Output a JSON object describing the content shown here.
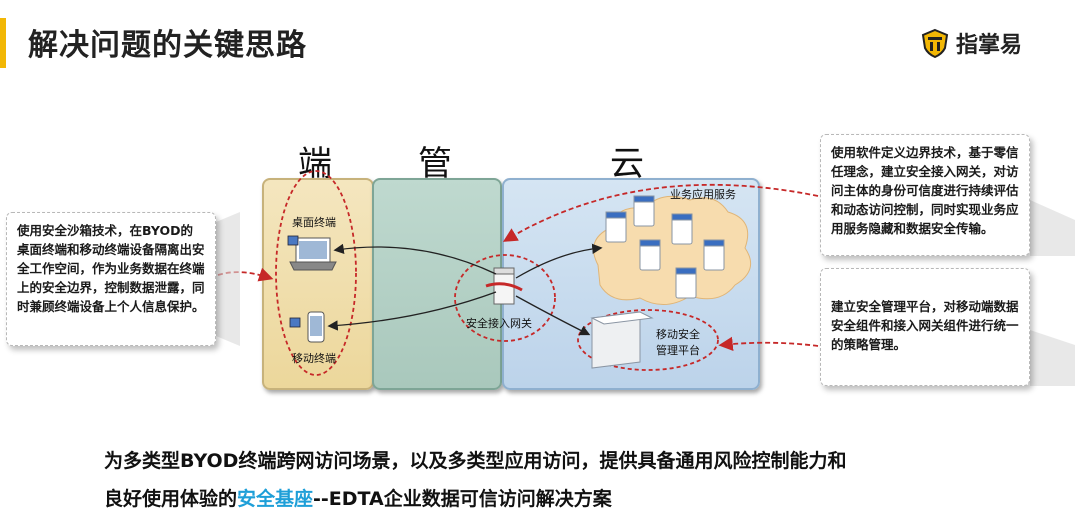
{
  "header": {
    "title": "解决问题的关键思路",
    "logo_text": "指掌易",
    "accent_color": "#f2b705"
  },
  "diagram": {
    "columns": [
      "端",
      "管",
      "云"
    ],
    "end_nodes": {
      "desktop": "桌面终端",
      "mobile": "移动终端"
    },
    "gateway": "安全接入网关",
    "cloud_title": "业务应用服务",
    "mgmt_platform": [
      "移动安全",
      "管理平台"
    ]
  },
  "callouts": {
    "left": "使用安全沙箱技术，在BYOD的桌面终端和移动终端设备隔离出安全工作空间，作为业务数据在终端上的安全边界，控制数据泄露，同时兼顾终端设备上个人信息保护。",
    "right_top": "使用软件定义边界技术，基于零信任理念，建立安全接入网关，对访问主体的身份可信度进行持续评估和动态访问控制，同时实现业务应用服务隐藏和数据安全传输。",
    "right_bottom": "建立安全管理平台，对移动端数据安全组件和接入网关组件进行统一的策略管理。"
  },
  "summary": {
    "line1": "为多类型BYOD终端跨网访问场景，以及多类型应用访问，提供具备通用风险控制能力和",
    "line2_prefix": "良好使用体验的",
    "line2_highlight": "安全基座",
    "line2_suffix": "--EDTA企业数据可信访问解决方案",
    "highlight_color": "#1e9fd8"
  }
}
